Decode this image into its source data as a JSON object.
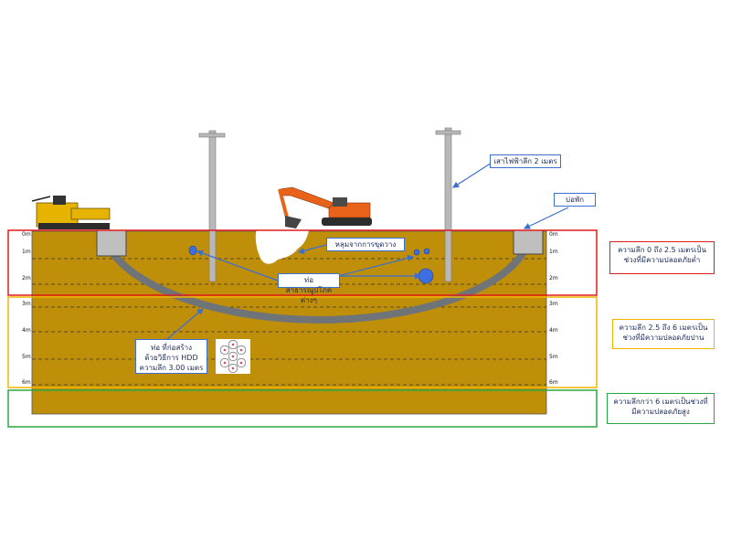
{
  "depth_left": [
    "0m",
    "1m",
    "2m",
    "3m",
    "4m",
    "5m",
    "6m"
  ],
  "depth_right": [
    "0m",
    "1m",
    "2m",
    "3m",
    "4m",
    "5m",
    "6m"
  ],
  "callouts": {
    "pole": "เสาไฟฟ้าลึก 2 เมตร",
    "pit": "บ่อพัก",
    "excavation": "หลุมจากการขุดวาง",
    "utilities": "ท่อสาธารณูปโภคต่างๆ",
    "pipe_line1": "ท่อ ที่ก่อสร้าง",
    "pipe_line2": "ด้วยวิธีการ HDD",
    "pipe_line3": "ความลึก 3.00 เมตร"
  },
  "zones": {
    "red": "ความลึก 0 ถึง 2.5 เมตรเป็นช่วงที่มีความปลอดภัยต่ำ",
    "yellow": "ความลึก 2.5 ถึง 6 เมตรเป็นช่วงที่มีความปลอดภัยปาน",
    "green": "ความลึกกว่า 6 เมตรเป็นช่วงที่มีความปลอดภัยสูง"
  },
  "colors": {
    "soil": "#c08f0a",
    "zone_red": "#e01b1b",
    "zone_yellow": "#f4b400",
    "zone_green": "#2aa640",
    "pipe": "#6f7478",
    "excavator": "#e8621a",
    "drill_rig": "#e6b400",
    "callout_border": "#3b6fd0"
  },
  "icons": [
    "hdd-drill-rig-icon",
    "excavator-icon",
    "utility-pole-icon",
    "pipe-bundle-icon"
  ]
}
